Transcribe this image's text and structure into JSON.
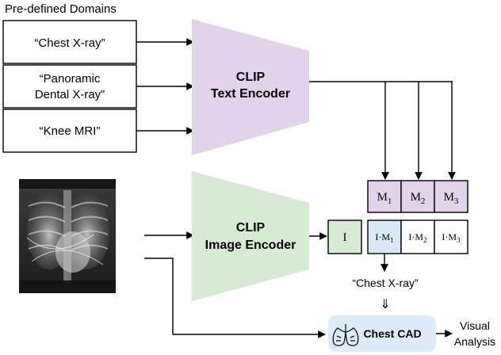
{
  "domains_heading": "Pre-defined Domains",
  "domains": [
    {
      "text": "“Chest X-ray”"
    },
    {
      "line1": "“Panoramic",
      "line2": "Dental X-ray”"
    },
    {
      "text": "“Knee MRI”"
    }
  ],
  "text_encoder": {
    "line1": "CLIP",
    "line2": "Text Encoder",
    "color": "#e3d3ea"
  },
  "image_encoder": {
    "line1": "CLIP",
    "line2": "Image Encoder",
    "color": "#d7ead4"
  },
  "image_feature": {
    "label": "I",
    "color": "#d7ead4"
  },
  "text_features": {
    "color": "#e3d3ea",
    "items": [
      {
        "base": "M",
        "sub": "1"
      },
      {
        "base": "M",
        "sub": "2"
      },
      {
        "base": "M",
        "sub": "3"
      }
    ]
  },
  "similarities": {
    "highlight_color": "#d9e8f6",
    "items": [
      {
        "base": "I·M",
        "sub": "1"
      },
      {
        "base": "I·M",
        "sub": "2"
      },
      {
        "base": "I·M",
        "sub": "3"
      }
    ]
  },
  "selected_domain": "“Chest X-ray”",
  "route_arrow": "⇓",
  "cad_module": {
    "label": "Chest CAD",
    "color": "#dcebf7"
  },
  "output": {
    "line1": "Visual",
    "line2": "Analysis"
  }
}
